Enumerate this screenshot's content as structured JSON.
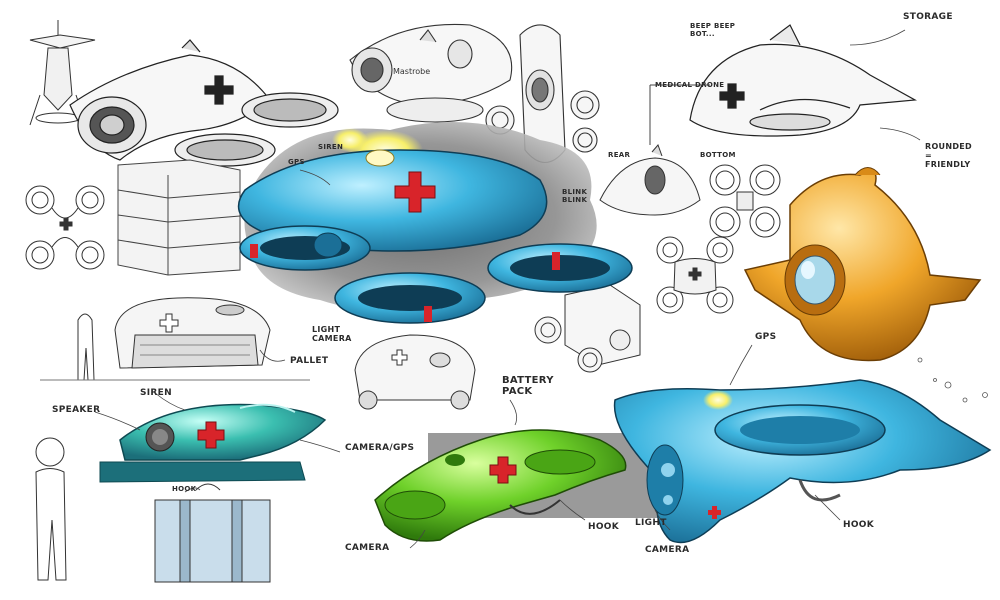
{
  "palette": {
    "paper": "#ffffff",
    "ink": "#2b2b2b",
    "blue": "#3fb6e0",
    "blue_dark": "#1e7ea8",
    "green": "#6fd12a",
    "green_dark": "#3d8c12",
    "orange": "#f0a62a",
    "orange_dark": "#b86d10",
    "teal": "#3bbfb0",
    "red": "#d8242a",
    "smoke": "#9a9a9a",
    "glow": "#f7ef6a"
  },
  "labels": {
    "storage": "STORAGE",
    "beep": "BEEP BEEP\nBOT...",
    "medical_drone": "MEDICAL DRONE",
    "rear": "REAR",
    "bottom": "BOTTOM",
    "rounded_friendly": "ROUNDED\n=\nFRIENDLY",
    "gps_top": "GPS",
    "siren_top": "SIREN",
    "blink_blink": "BLINK\nBLINK",
    "light_camera_top": "LIGHT\nCAMERA",
    "pallet": "PALLET",
    "battery_pack": "BATTERY\nPACK",
    "gps_right": "GPS",
    "speaker": "SPEAKER",
    "siren_mid": "SIREN",
    "camera_gps": "CAMERA/GPS",
    "hook_left": "HOOK",
    "camera_bottom": "CAMERA",
    "hook_mid": "HOOK",
    "light_right": "LIGHT",
    "camera_right": "CAMERA",
    "hook_right": "HOOK"
  }
}
